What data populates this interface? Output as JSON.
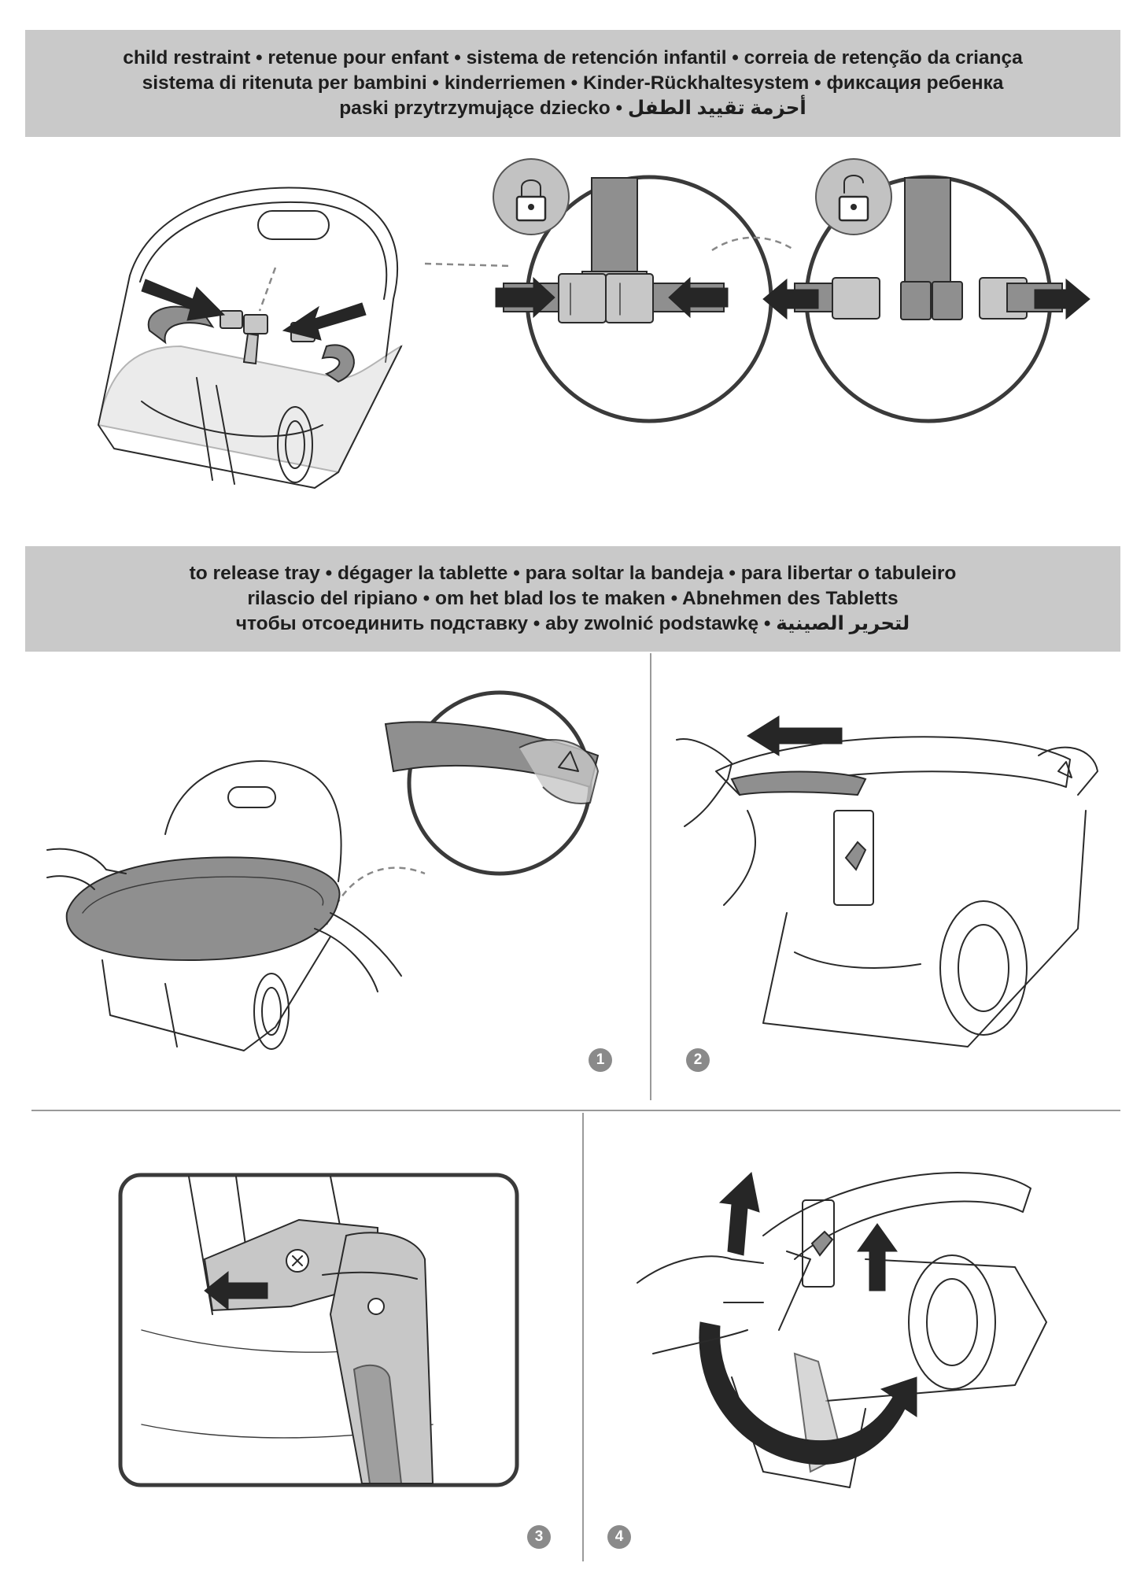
{
  "sections": {
    "child_restraint": {
      "lines": [
        "child restraint • retenue pour enfant • sistema de retención infantil • correia de retenção da criança",
        "sistema di ritenuta per bambini • kinderriemen • Kinder-Rückhaltesystem • фиксация ребенка",
        "paski przytrzymujące dziecko • أحزمة تقييد الطفل"
      ]
    },
    "release_tray": {
      "lines": [
        "to release tray • dégager la tablette • para soltar la bandeja • para libertar o tabuleiro",
        "rilascio del ripiano • om het blad los te maken • Abnehmen des Tabletts",
        "чтобы отсоединить подставку • aby zwolnić podstawkę • لتحرير الصينية"
      ]
    }
  },
  "steps": {
    "s1": "1",
    "s2": "2",
    "s3": "3",
    "s4": "4"
  },
  "icons": {
    "locked": "padlock-closed-icon",
    "unlocked": "padlock-open-icon"
  },
  "colors": {
    "banner_bg": "#c9c9c9",
    "step_badge": "#8a8a8a",
    "arrow": "#262626"
  }
}
